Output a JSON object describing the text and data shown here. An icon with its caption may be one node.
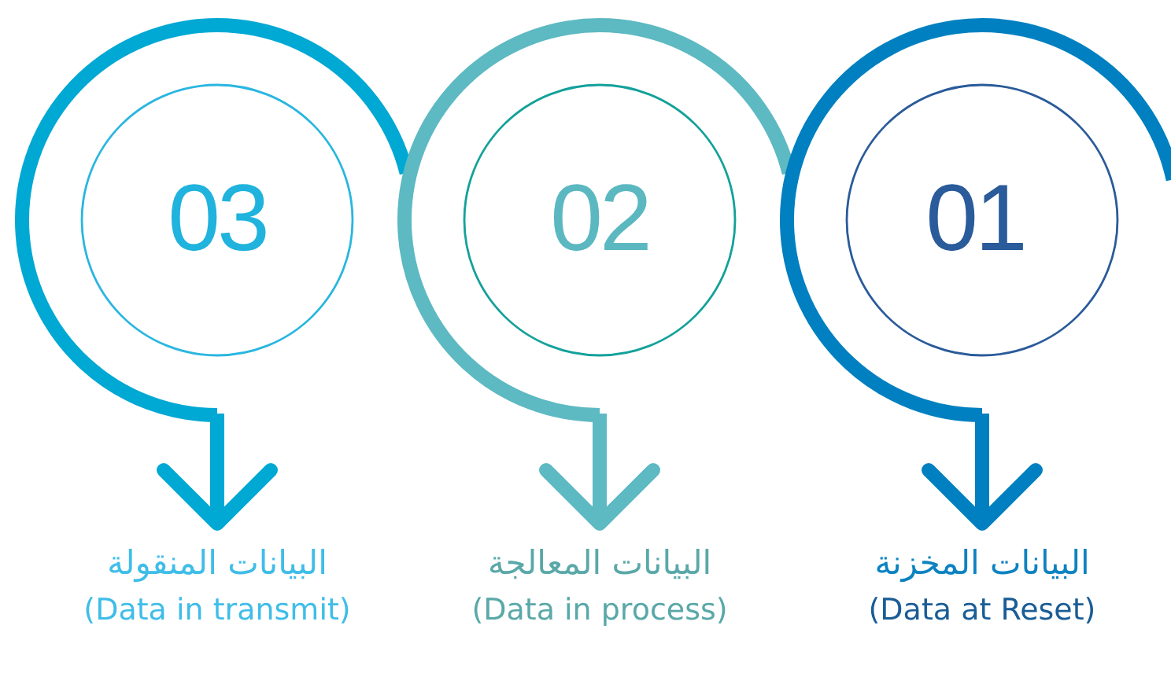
{
  "diagram": {
    "nodes": [
      {
        "text": [
          "03"
        ]
      },
      {
        "text": [
          "البيانات المنقولة",
          "(Data in transmit)"
        ]
      },
      {
        "text": [
          "02"
        ]
      },
      {
        "text": [
          "البيانات المعالجة",
          "(Data in process)"
        ]
      },
      {
        "text": [
          "01"
        ]
      },
      {
        "text": [
          "البيانات المخزنة",
          "(Data at Reset)"
        ]
      }
    ],
    "edges": [
      {
        "from": 0,
        "to": 1,
        "arrow": "to",
        "color": "#00a8d4"
      },
      {
        "from": 2,
        "to": 3,
        "arrow": "to",
        "color": "#5db9c2"
      },
      {
        "from": 4,
        "to": 5,
        "arrow": "to",
        "color": "#0080c0"
      }
    ]
  }
}
